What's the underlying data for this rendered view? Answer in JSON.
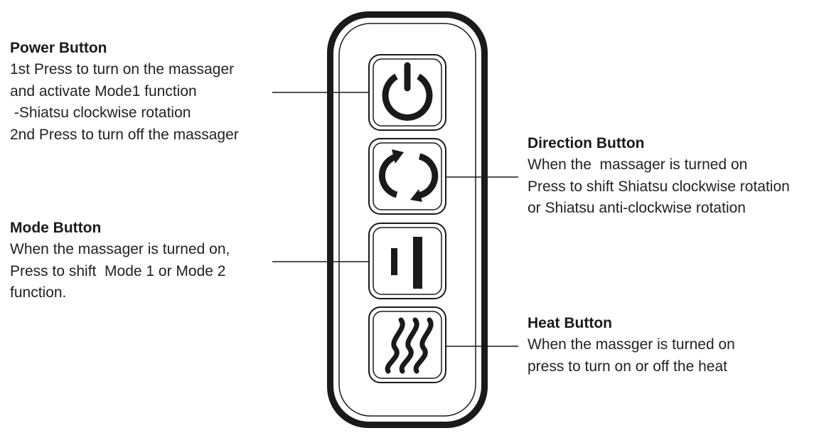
{
  "power": {
    "title": "Power Button",
    "lines": [
      "1st Press to turn on the massager",
      "and activate Mode1 function",
      " -Shiatsu clockwise rotation",
      "2nd Press to turn off the massager"
    ]
  },
  "mode": {
    "title": "Mode Button",
    "lines": [
      "When the massager is turned on,",
      "Press to shift  Mode 1 or Mode 2",
      "function."
    ]
  },
  "direction": {
    "title": "Direction Button",
    "lines": [
      "When the  massager is turned on",
      "Press to shift Shiatsu clockwise rotation",
      "or Shiatsu anti-clockwise rotation"
    ]
  },
  "heat": {
    "title": "Heat Button",
    "lines": [
      "When the massger is turned on",
      "press to turn on or off the heat"
    ]
  },
  "icons": [
    "power-icon",
    "direction-rotate-icon",
    "mode-icon",
    "heat-waves-icon"
  ],
  "colors": {
    "stroke": "#1a1a1a",
    "background": "#ffffff"
  }
}
